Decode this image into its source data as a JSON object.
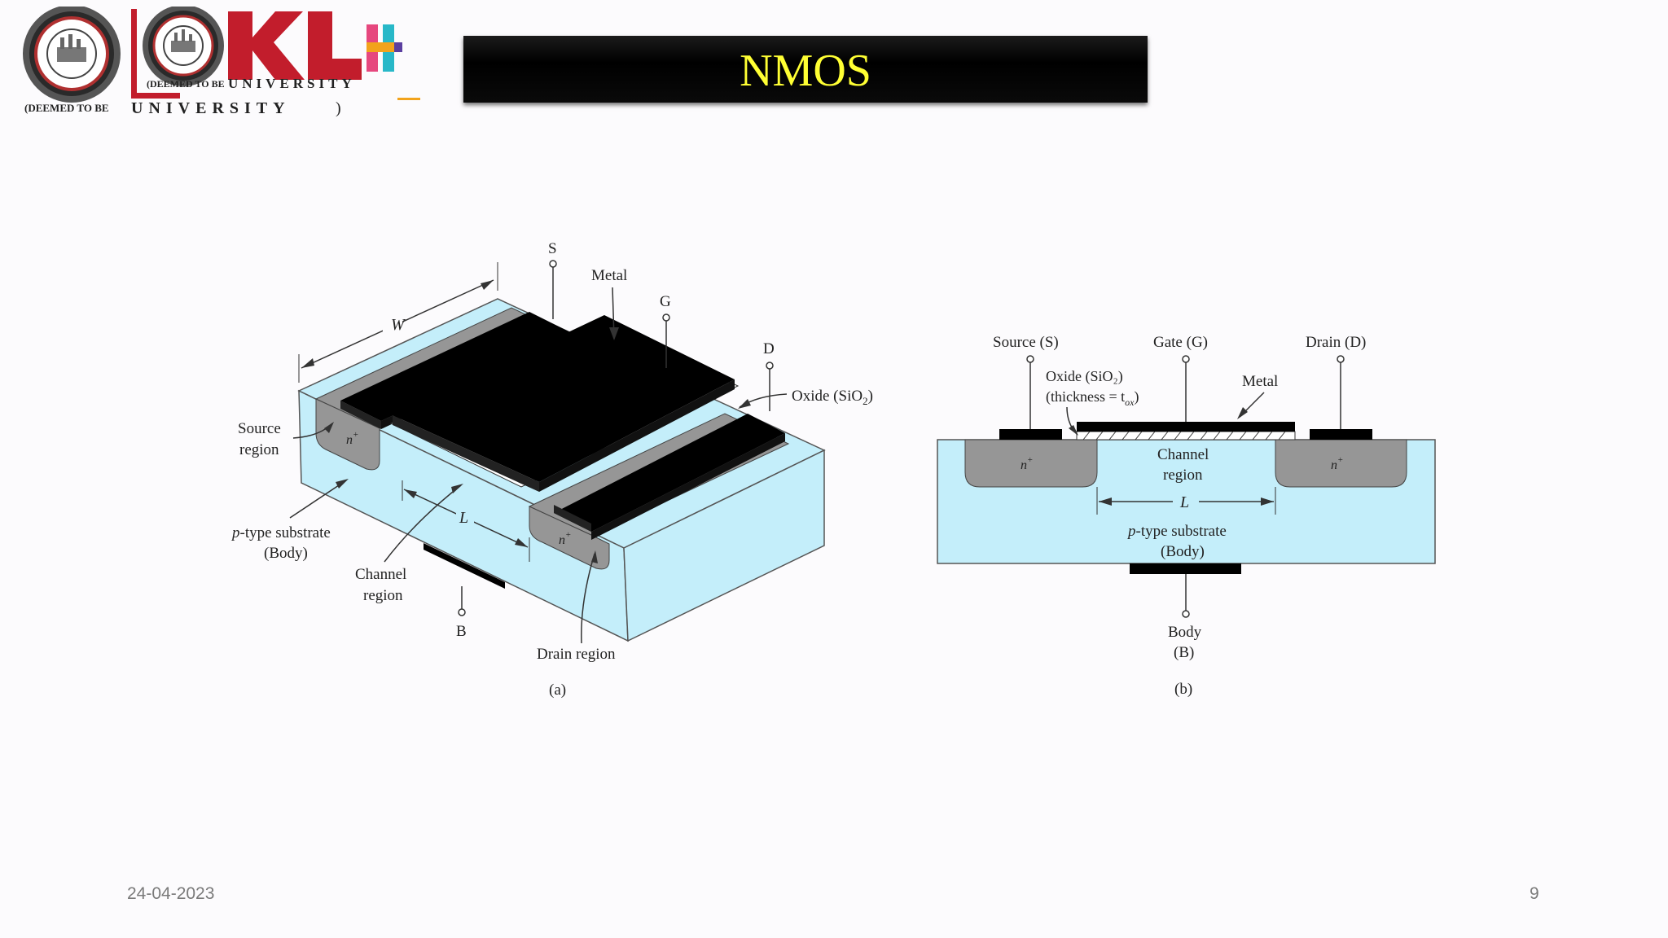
{
  "slide": {
    "title": "NMOS",
    "date": "24-04-2023",
    "page_number": "9",
    "title_color": "#ffff33"
  },
  "logo": {
    "brand": "KLH",
    "tagline_top": "(DEEMED TO BE UNIVERSITY)",
    "tagline_bottom": "(DEEMED TO BE UNIVERSITY)",
    "deemed_small": "(DEEMED TO BE",
    "university_word": "UNIVERSITY",
    "closing_paren": ")"
  },
  "diagram_a": {
    "caption": "(a)",
    "terminal_s": "S",
    "terminal_g": "G",
    "terminal_d": "D",
    "terminal_b": "B",
    "metal": "Metal",
    "oxide": "Oxide (SiO",
    "oxide_sub": "2",
    "oxide_close": ")",
    "width_label": "W",
    "length_label": "L",
    "source_region_1": "Source",
    "source_region_2": "region",
    "substrate_1": "p-type substrate",
    "substrate_2": "(Body)",
    "channel_1": "Channel",
    "channel_2": "region",
    "drain_region": "Drain region",
    "nplus": "n+"
  },
  "diagram_b": {
    "caption": "(b)",
    "source": "Source (S)",
    "gate": "Gate (G)",
    "drain": "Drain (D)",
    "oxide_1": "Oxide (SiO₂)",
    "oxide_2": "(thickness = t",
    "oxide_2_sub": "ox",
    "oxide_2_close": ")",
    "metal": "Metal",
    "channel_1": "Channel",
    "channel_2": "region",
    "length_label": "L",
    "substrate_1": "p-type substrate",
    "substrate_2": "(Body)",
    "body_1": "Body",
    "body_2": "(B)",
    "nplus": "n+"
  },
  "colors": {
    "substrate": "#c4eefa",
    "nplus_region": "#969696",
    "metal": "#000000"
  }
}
